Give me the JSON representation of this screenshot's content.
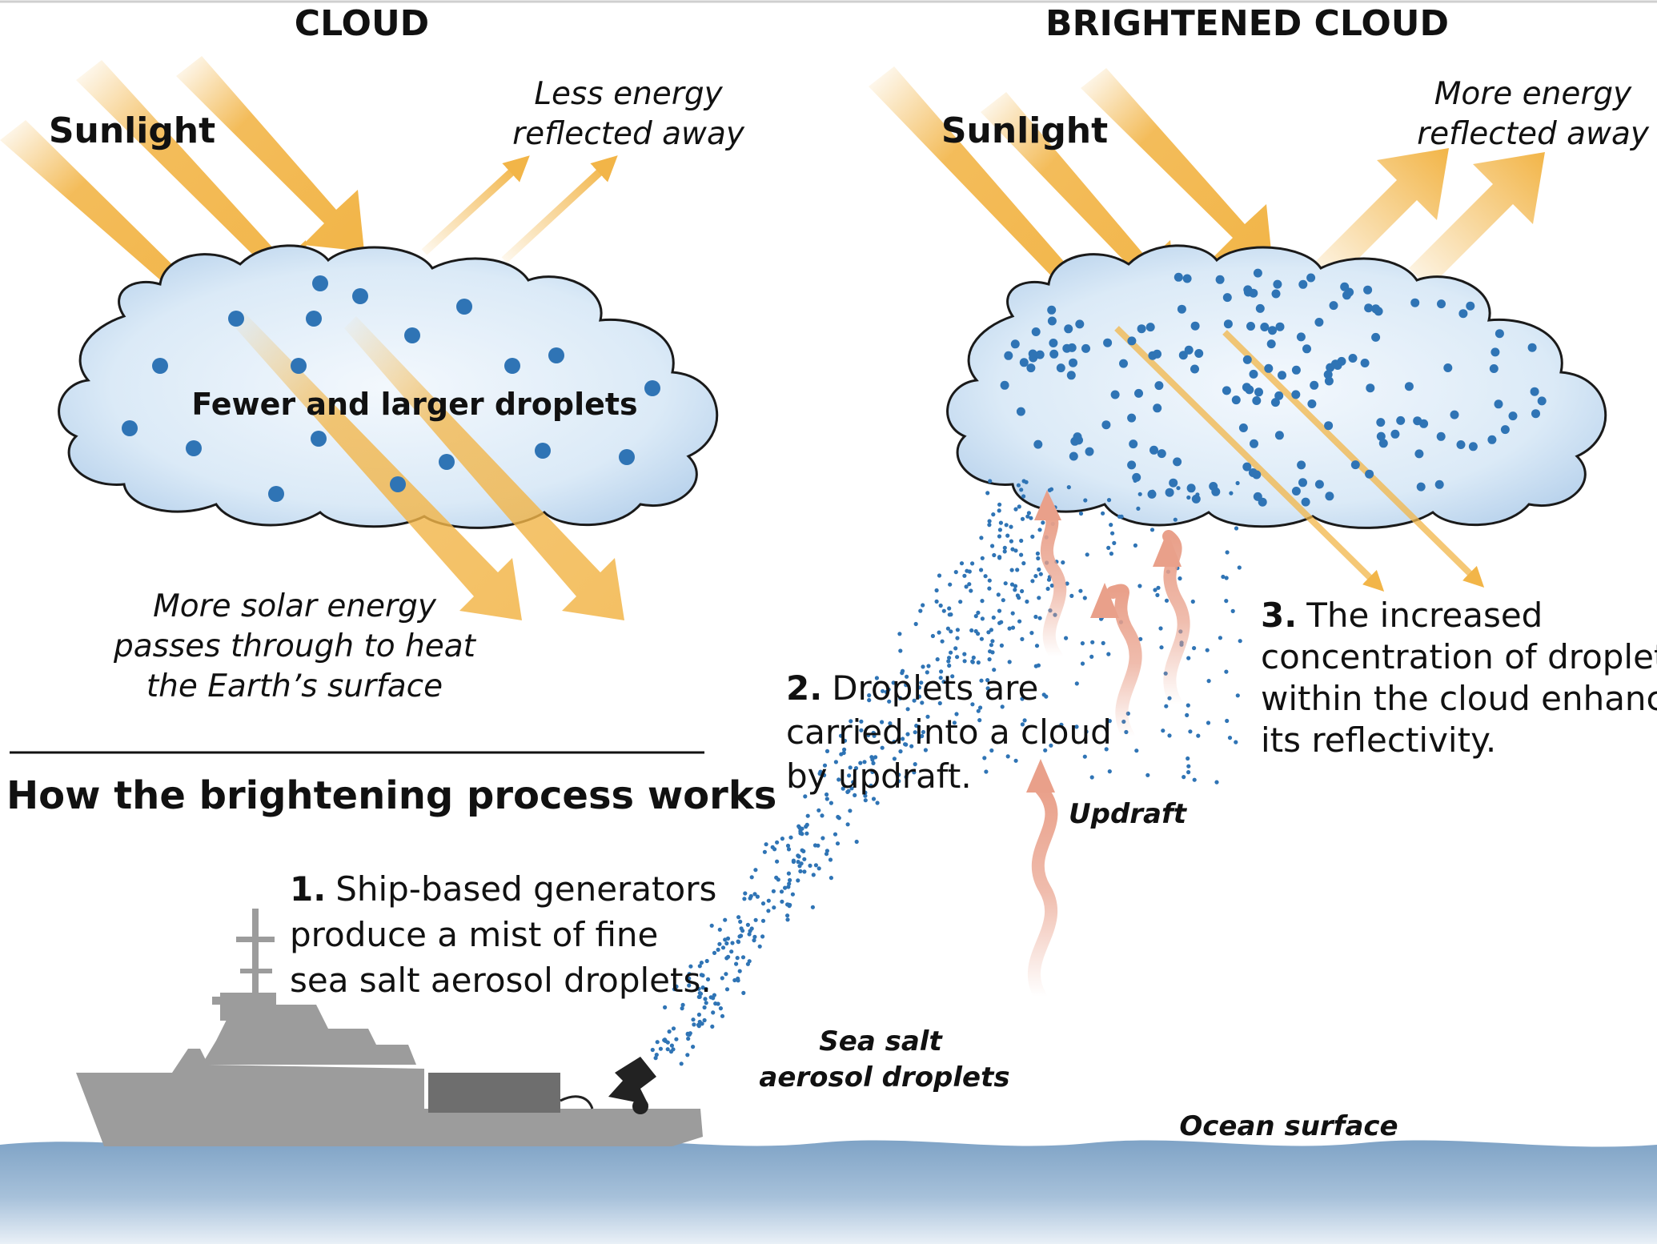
{
  "panels": {
    "left": {
      "title": "CLOUD",
      "sunlight": "Sunlight",
      "reflected": [
        "Less energy",
        "reflected away"
      ],
      "droplets": "Fewer and larger droplets",
      "passes": [
        "More solar energy",
        "passes through to heat",
        "the Earth’s surface"
      ]
    },
    "right": {
      "title": "BRIGHTENED CLOUD",
      "sunlight": "Sunlight",
      "reflected": [
        "More energy",
        "reflected away"
      ]
    }
  },
  "process": {
    "heading": "How the brightening process works",
    "step1": {
      "num": "1.",
      "lines": [
        "Ship-based generators",
        "produce a mist of fine",
        "sea salt aerosol droplets."
      ]
    },
    "step2": {
      "num": "2.",
      "lines": [
        "Droplets are",
        "carried into a cloud",
        "by updraft."
      ]
    },
    "step3": {
      "num": "3.",
      "lines": [
        "The increased",
        "concentration of droplets",
        "within the cloud enhances",
        "its reflectivity."
      ]
    }
  },
  "labels": {
    "updraft": "Updraft",
    "sea_salt": [
      "Sea salt",
      "aerosol droplets"
    ],
    "ocean": "Ocean surface"
  },
  "colors": {
    "sun_arrow": "#f2b548",
    "droplet": "#2f74b5",
    "cloud_fill": "#dbeaf7",
    "cloud_edge": "#1a1a1a",
    "ship": "#9c9c9c",
    "ocean": "#7fa3c6",
    "updraft": "#e9a08a"
  }
}
